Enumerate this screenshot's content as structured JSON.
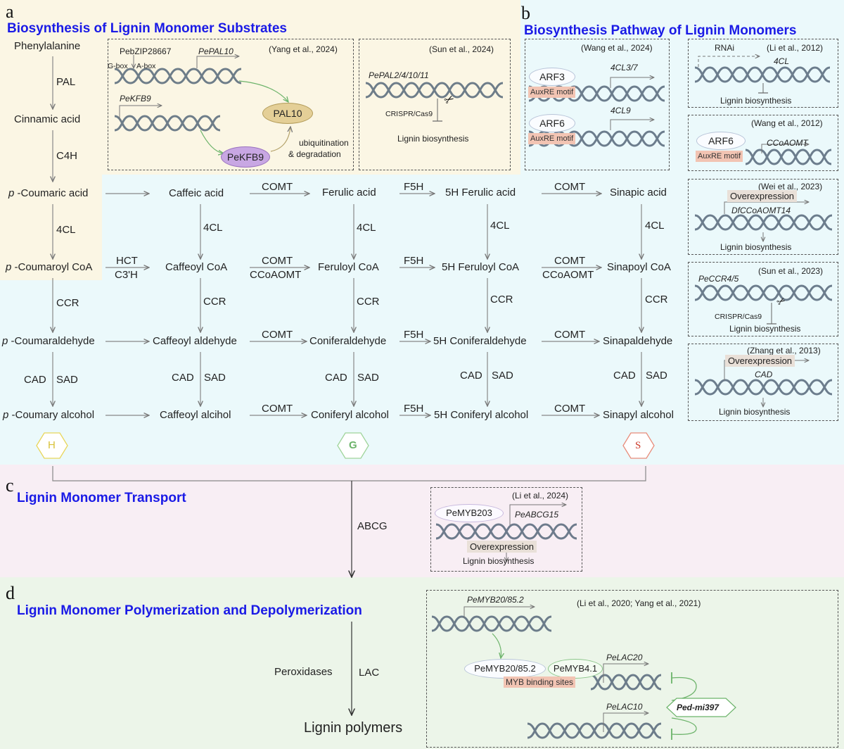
{
  "colors": {
    "panel_a": "#fbf6e4",
    "panel_b": "#ebf9fb",
    "panel_c": "#f8eef4",
    "panel_d": "#ecf5e9",
    "title": "#1a1ae6",
    "dna": "#4d5d6e",
    "pal10": "#e4cf97",
    "pekfb9": "#c8a7e3",
    "tag": "#f2c4b3",
    "hex_h": "#e8d65a",
    "hex_g": "#9fd49a",
    "hex_s": "#e88c7a"
  },
  "icons": [
    "dna-helix-icon",
    "scissors-icon",
    "hexagon-icon",
    "arrow-icon",
    "inhibition-bar-icon"
  ],
  "panels": {
    "a": {
      "letter": "a",
      "title": "Biosynthesis of Lignin Monomer Substrates"
    },
    "b": {
      "letter": "b",
      "title": "Biosynthesis Pathway of Lignin Monomers"
    },
    "c": {
      "letter": "c",
      "title": "Lignin Monomer Transport"
    },
    "d": {
      "letter": "d",
      "title": "Lignin Monomer Polymerization and Depolymerization"
    }
  },
  "phenylpropanoid": {
    "phe": "Phenylalanine",
    "pal": "PAL",
    "cinnamic": "Cinnamic acid",
    "c4h": "C4H"
  },
  "pathway": {
    "r1": {
      "h": " -Coumaric acid",
      "p": "p",
      "caffeic": "Caffeic acid",
      "comt1": "COMT",
      "ferulic": "Ferulic acid",
      "f5h": "F5H",
      "fiveh": "5H Ferulic acid",
      "comt2": "COMT",
      "sinapic": "Sinapic acid"
    },
    "cl": {
      "a": "4CL",
      "b": "4CL",
      "c": "4CL",
      "d": "4CL",
      "e": "4CL"
    },
    "r2": {
      "h": " -Coumaroyl CoA",
      "p": "p",
      "hct": "HCT",
      "c3h": "C3'H",
      "caffeoyl": "Caffeoyl CoA",
      "comt1": "COMT",
      "ccoaomt1": "CCoAOMT",
      "feruloyl": "Feruloyl CoA",
      "f5h": "F5H",
      "fiveh": "5H Feruloyl CoA",
      "comt2": "COMT",
      "ccoaomt2": "CCoAOMT",
      "sinapoyl": "Sinapoyl CoA"
    },
    "ccr": {
      "a": "CCR",
      "b": "CCR",
      "c": "CCR",
      "d": "CCR",
      "e": "CCR"
    },
    "r3": {
      "h": " -Coumaraldehyde",
      "p": "p",
      "caffeoyl": "Caffeoyl aldehyde",
      "comt1": "COMT",
      "conifer": "Coniferaldehyde",
      "f5h": "F5H",
      "fiveh": "5H Coniferaldehyde",
      "comt2": "COMT",
      "sinap": "Sinapaldehyde"
    },
    "cad": {
      "a": "CAD",
      "b": "CAD",
      "c": "CAD",
      "d": "CAD",
      "e": "CAD"
    },
    "sad": {
      "a": "SAD",
      "b": "SAD",
      "c": "SAD",
      "d": "SAD",
      "e": "SAD"
    },
    "r4": {
      "h": " -Coumary alcohol",
      "p": "p",
      "caffeoyl": "Caffeoyl alcihol",
      "comt1": "COMT",
      "conifer": "Coniferyl alcohol",
      "f5h": "F5H",
      "fiveh": "5H Coniferyl alcohol",
      "comt2": "COMT",
      "sinap": "Sinapyl alcohol"
    },
    "units": {
      "h": "H",
      "g": "G",
      "s": "S"
    }
  },
  "boxes": {
    "yang2024": {
      "cite": "(Yang et al., 2024)",
      "tf": "PebZIP28667",
      "gene": "PePAL10",
      "gbox": "G-box",
      "abox": "A-box",
      "kfb": "PeKFB9",
      "pal10": "PAL10",
      "pekfb9": "PeKFB9",
      "ub1": "ubiquitination",
      "ub2": "& degradation"
    },
    "sun2024": {
      "cite": "(Sun et al., 2024)",
      "gene": "PePAL2/4/10/11",
      "crispr": "CRISPR/Cas9",
      "out": "Lignin biosynthesis"
    },
    "wang2024": {
      "cite": "(Wang et al., 2024)",
      "arf3": "ARF3",
      "gene1": "4CL3/7",
      "motif1": "AuxRE motif",
      "arf6": "ARF6",
      "gene2": "4CL9",
      "motif2": "AuxRE motif"
    },
    "li2012": {
      "cite": "(Li et al., 2012)",
      "rnai": "RNAi",
      "gene": "4CL",
      "out": "Lignin biosynthesis"
    },
    "wang2012": {
      "cite": "(Wang et al., 2012)",
      "arf6": "ARF6",
      "gene": "CCoAOMT",
      "motif": "AuxRE motif"
    },
    "wei2023": {
      "cite": "(Wei et al., 2023)",
      "oe": "Overexpression",
      "gene": "DfCCoAOMT14",
      "out": "Lignin biosynthesis"
    },
    "sun2023": {
      "cite": "(Sun et al., 2023)",
      "gene": "PeCCR4/5",
      "crispr": "CRISPR/Cas9",
      "out": "Lignin biosynthesis"
    },
    "zhang2013": {
      "cite": "(Zhang et al., 2013)",
      "oe": "Overexpression",
      "gene": "CAD",
      "out": "Lignin biosynthesis"
    },
    "li2024": {
      "cite": "(Li et al., 2024)",
      "tf": "PeMYB203",
      "gene": "PeABCG15",
      "oe": "Overexpression",
      "out": "Lignin biosynthesis"
    },
    "li2020": {
      "cite": "(Li et al., 2020; Yang et al., 2021)",
      "gene": "PeMYB20/85.2",
      "tf1": "PeMYB20/85.2",
      "tf2": "PeMYB4.1",
      "site": "MYB binding sites",
      "lac20": "PeLAC20",
      "lac10": "PeLAC10",
      "mirna": "Ped-mi397"
    }
  },
  "transport": {
    "abcg": "ABCG"
  },
  "polymer": {
    "perox": "Peroxidases",
    "lac": "LAC",
    "out": "Lignin polymers"
  }
}
